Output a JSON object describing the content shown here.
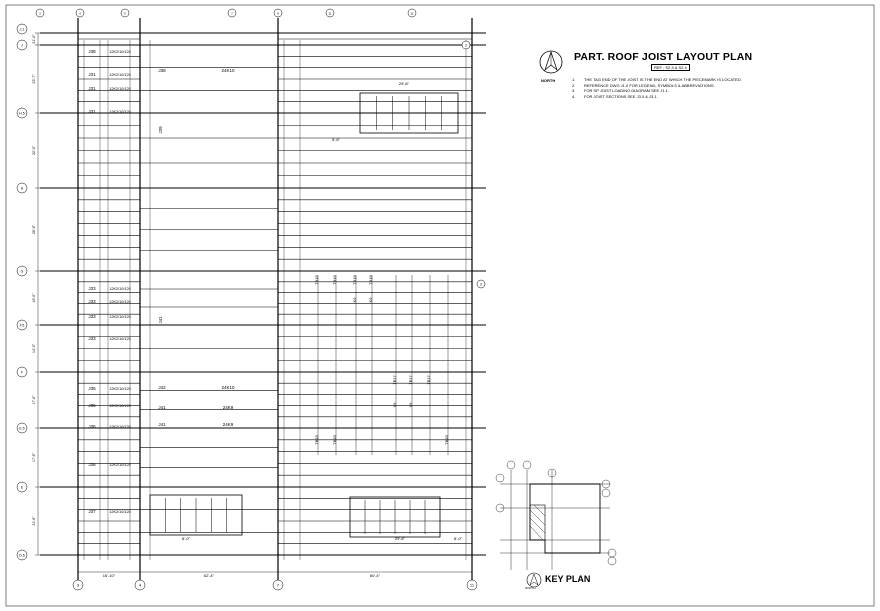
{
  "sheet": {
    "title": "PART. ROOF JOIST LAYOUT PLAN",
    "reference": "REF : S2.3 & S2.4",
    "north_label": "NORTH",
    "notes": [
      {
        "num": "1.",
        "text": "THE TAG END OF THE JOIST IS THE END AT WHICH THE PIECEMARK IS LOCATED."
      },
      {
        "num": "2.",
        "text": "REFERENCE DWG J1.0 FOR LEGEND, SYMBOLS & ABBREVIATIONS."
      },
      {
        "num": "3.",
        "text": "FOR SP JOIST LOADING DIAGRAM SEE J1.1."
      },
      {
        "num": "4.",
        "text": "FOR JOIST SECTIONS SEE J3.0 & J3.1."
      }
    ],
    "key_plan_title": "KEY PLAN",
    "key_plan_sub": "NORTH"
  },
  "grid": {
    "cols_top": [
      "3",
      "4",
      "5",
      "7",
      "8",
      "11",
      "11"
    ],
    "cols_bottom": [
      "3",
      "4",
      "7",
      "11"
    ],
    "rows": [
      "J.1",
      "J",
      "H.5",
      "H",
      "G",
      "F.5",
      "F",
      "E.5",
      "E",
      "D.5"
    ],
    "bottom_dims": [
      "16'-10\"",
      "62'-4\"",
      "60'-4\""
    ],
    "left_dims": [
      "21'-0\"",
      "23'-7\"",
      "22'-0\"",
      "26'-6\"",
      "16'-0\"",
      "14'-0\"",
      "17'-6\"",
      "17'-6\"",
      "21'-6\""
    ]
  },
  "labels": {
    "bay_left": [
      {
        "mark": "J38",
        "desc": "12K2/10/120"
      },
      {
        "mark": "J31",
        "desc": "12K2/10/120"
      },
      {
        "mark": "J31",
        "desc": "12K2/10/120"
      },
      {
        "mark": "J31",
        "desc": "12K2/10/120"
      },
      {
        "mark": "J33",
        "desc": "12K2/10/120"
      },
      {
        "mark": "J33",
        "desc": "12K2/10/120"
      },
      {
        "mark": "J33",
        "desc": "12K2/10/120"
      },
      {
        "mark": "J33",
        "desc": "12K2/10/120"
      },
      {
        "mark": "J35",
        "desc": "12K2/10/120"
      },
      {
        "mark": "J36",
        "desc": "12K2/10/120"
      },
      {
        "mark": "J36",
        "desc": "12K2/10/120"
      },
      {
        "mark": "J36",
        "desc": "12K2/10/120"
      },
      {
        "mark": "J37",
        "desc": "12K2/10/120"
      }
    ],
    "bay_mid": [
      "J38",
      "24K10",
      "J42",
      "24K10",
      "J41",
      "24K9",
      "J41",
      "24K9",
      "J39",
      "J41"
    ],
    "bay_right_marks": [
      "TB16",
      "TB16",
      "TB16",
      "TB16",
      "TB17",
      "TB17",
      "TB17",
      "TB18",
      "TB18",
      "TB18",
      "K9",
      "K9",
      "X9",
      "X9"
    ],
    "span_dims": [
      "29'-8\"",
      "5'-6\"",
      "8'-0\"",
      "29'-6\"",
      "8'-0\""
    ]
  }
}
